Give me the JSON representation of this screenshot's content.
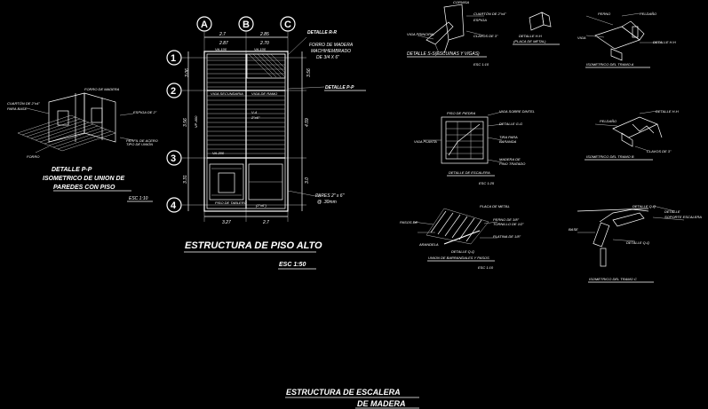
{
  "drawing": {
    "title_line1": "ESTRUCTURA DE ESCALERA",
    "title_line2": "DE MADERA"
  },
  "plan": {
    "title": "ESTRUCTURA DE PISO ALTO",
    "scale": "ESC 1:50",
    "grid_cols": [
      "A",
      "B",
      "C"
    ],
    "grid_rows": [
      "1",
      "2",
      "3",
      "4"
    ],
    "top_dims": [
      "2.7",
      "2.85"
    ],
    "top_dims2": [
      "2.87",
      "2.70"
    ],
    "bottom_dims": [
      "3.27",
      "2.7"
    ],
    "left_dims": [
      "3.06",
      "3.56",
      "3.31"
    ],
    "right_dims": [
      "3.56",
      "4.59",
      "3.0"
    ],
    "label_detalle_rr": "DETALLE R-R",
    "label_forro_1": "FORRO DE MADERA",
    "label_forro_2": "MACHIHEMBRADO",
    "label_forro_3": "DE 3/4 X 6\"",
    "label_detalle_pp": "DETALLE P-P",
    "label_pares_1": "PARES 2\" x 6\"",
    "label_pares_2": "@ .30mm"
  },
  "detail_pp": {
    "title1": "DETALLE P-P",
    "title2": "ISOMETRICO DE UNION DE",
    "title3": "PAREDES CON PISO",
    "scale": "ESC 1:10"
  },
  "detail_ss": {
    "title": "DETALLE S-S(ESCUINAS Y VIGAS)",
    "scale": "ESC 1:10"
  },
  "detail_hh": {
    "title1": "DETALLE H-H",
    "title2": "(PLACA DE METAL)"
  },
  "iso_a": {
    "title": "ISOMETRICO DEL TRAMO A"
  },
  "iso_b": {
    "title": "ISOMETRICO DEL TRAMO B"
  },
  "iso_c": {
    "title": "ISOMETRICO DEL TRAMO C"
  },
  "detail_escalera": {
    "title": "DETALLE DE ESCALERA",
    "scale": "ESC 1:25"
  },
  "detail_qq": {
    "title1": "DETALLE Q-Q",
    "title2": "UNION DE BARRANDALES Y PASOS",
    "scale": "ESC 1:10"
  },
  "detail_peldano": {
    "title": "DETALLE DE PELDAÑO"
  }
}
